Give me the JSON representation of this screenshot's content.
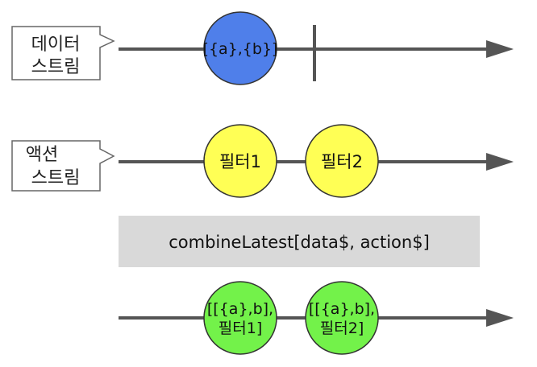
{
  "streams": {
    "data": {
      "label_line1": "데이터",
      "label_line2": "스트림",
      "marble": "[{a},{b}]"
    },
    "action": {
      "label_line1": "액션",
      "label_line2": "스트림",
      "marble1": "필터1",
      "marble2": "필터2"
    },
    "operator": "combineLatest[data$, action$]",
    "result": {
      "marble1_line1": "[[{a},b],",
      "marble1_line2": "필터1]",
      "marble2_line1": "[[{a},b],",
      "marble2_line2": "필터2]"
    }
  },
  "colors": {
    "line": "#555555",
    "data_marble": "#4f7fea",
    "action_marble": "#ffff55",
    "result_marble": "#73f24a",
    "operator_box": "#d9d9d9",
    "callout_border": "#666666"
  }
}
